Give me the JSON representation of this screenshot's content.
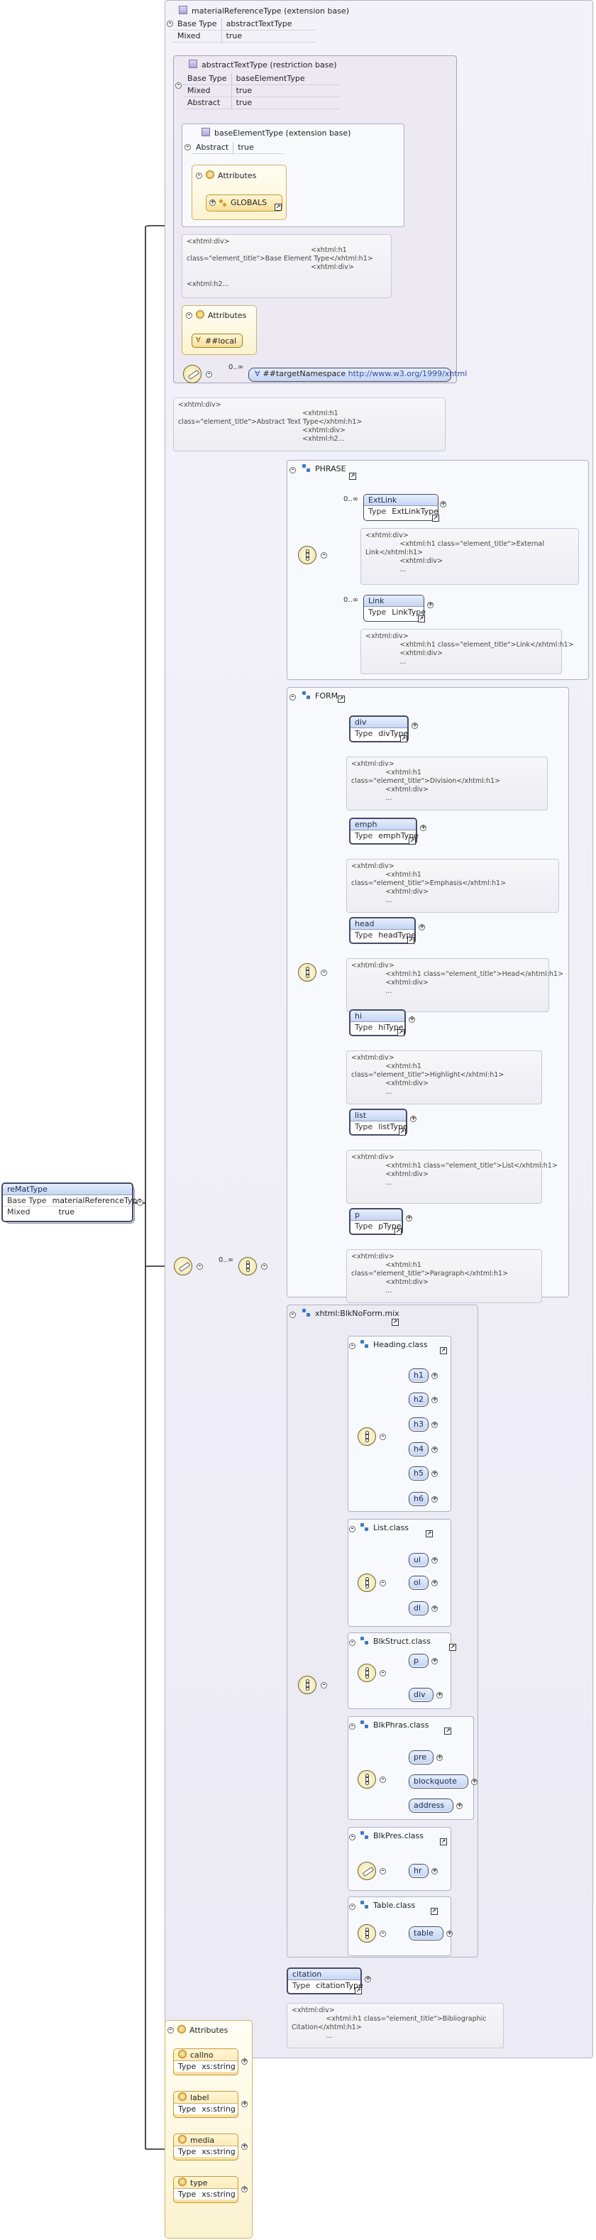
{
  "root": {
    "name": "reMatType",
    "base_type_label": "Base Type",
    "base_type": "materialReferenceType",
    "mixed_label": "Mixed",
    "mixed": "true"
  },
  "outer": {
    "title": "materialReferenceType (extension base)",
    "base_type_label": "Base Type",
    "base_type": "abstractTextType",
    "mixed_label": "Mixed",
    "mixed": "true"
  },
  "abstract_text": {
    "title": "abstractTextType (restriction base)",
    "base_type_label": "Base Type",
    "base_type": "baseElementType",
    "mixed_label": "Mixed",
    "mixed": "true",
    "abstract_label": "Abstract",
    "abstract": "true"
  },
  "base_element": {
    "title": "baseElementType (extension base)",
    "abstract_label": "Abstract",
    "abstract": "true",
    "attributes_title": "Attributes",
    "globals": "GLOBALS"
  },
  "doc_base": "<xhtml:div>\n                                                          <xhtml:h1\nclass=\"element_title\">Base Element Type</xhtml:h1>\n                                                          <xhtml:div>\n\n<xhtml:h2...",
  "local_attrs": {
    "title": "Attributes",
    "item": "##local"
  },
  "any": {
    "mult": "0..∞",
    "label": "##targetNamespace",
    "url": "http://www.w3.org/1999/xhtml"
  },
  "doc_abstract": "<xhtml:div>\n                                                          <xhtml:h1\nclass=\"element_title\">Abstract Text Type</xhtml:h1>\n                                                          <xhtml:div>\n                                                          <xhtml:h2...",
  "main_mult": "0..∞",
  "phrase": {
    "title": "PHRASE",
    "extlink": {
      "mult": "0..∞",
      "name": "ExtLink",
      "type_label": "Type",
      "type": "ExtLinkType",
      "doc": "<xhtml:div>\n                <xhtml:h1 class=\"element_title\">External\nLink</xhtml:h1>\n                <xhtml:div>\n                ..."
    },
    "link": {
      "mult": "0..∞",
      "name": "Link",
      "type_label": "Type",
      "type": "LinkType",
      "doc": "<xhtml:div>\n                <xhtml:h1 class=\"element_title\">Link</xhtml:h1>\n                <xhtml:div>\n                ..."
    }
  },
  "form": {
    "title": "FORM",
    "items": [
      {
        "name": "div",
        "type_label": "Type",
        "type": "divType",
        "doc": "<xhtml:div>\n                <xhtml:h1\nclass=\"element_title\">Division</xhtml:h1>\n                <xhtml:div>\n                ..."
      },
      {
        "name": "emph",
        "type_label": "Type",
        "type": "emphType",
        "doc": "<xhtml:div>\n                <xhtml:h1\nclass=\"element_title\">Emphasis</xhtml:h1>\n                <xhtml:div>\n                ..."
      },
      {
        "name": "head",
        "type_label": "Type",
        "type": "headType",
        "doc": "<xhtml:div>\n                <xhtml:h1 class=\"element_title\">Head</xhtml:h1>\n                <xhtml:div>\n                ..."
      },
      {
        "name": "hi",
        "type_label": "Type",
        "type": "hiType",
        "doc": "<xhtml:div>\n                <xhtml:h1\nclass=\"element_title\">Highlight</xhtml:h1>\n                <xhtml:div>\n                ..."
      },
      {
        "name": "list",
        "type_label": "Type",
        "type": "listType",
        "doc": "<xhtml:div>\n                <xhtml:h1 class=\"element_title\">List</xhtml:h1>\n                <xhtml:div>\n                ..."
      },
      {
        "name": "p",
        "type_label": "Type",
        "type": "pType",
        "doc": "<xhtml:div>\n                <xhtml:h1\nclass=\"element_title\">Paragraph</xhtml:h1>\n                <xhtml:div>\n                ..."
      }
    ]
  },
  "blkmix": {
    "title": "xhtml:BlkNoForm.mix",
    "heading": {
      "title": "Heading.class",
      "items": [
        "h1",
        "h2",
        "h3",
        "h4",
        "h5",
        "h6"
      ]
    },
    "list": {
      "title": "List.class",
      "items": [
        "ul",
        "ol",
        "dl"
      ]
    },
    "blkstruct": {
      "title": "BlkStruct.class",
      "items": [
        "p",
        "div"
      ]
    },
    "blkphras": {
      "title": "BlkPhras.class",
      "items": [
        "pre",
        "blockquote",
        "address"
      ]
    },
    "blkpres": {
      "title": "BlkPres.class",
      "items": [
        "hr"
      ]
    },
    "table": {
      "title": "Table.class",
      "items": [
        "table"
      ]
    }
  },
  "citation": {
    "name": "citation",
    "type_label": "Type",
    "type": "citationType",
    "doc": "<xhtml:div>\n                <xhtml:h1 class=\"element_title\">Bibliographic\nCitation</xhtml:h1>\n                ..."
  },
  "attributes": {
    "title": "Attributes",
    "items": [
      {
        "name": "callno",
        "type_label": "Type",
        "type": "xs:string"
      },
      {
        "name": "label",
        "type_label": "Type",
        "type": "xs:string"
      },
      {
        "name": "media",
        "type_label": "Type",
        "type": "xs:string"
      },
      {
        "name": "type",
        "type_label": "Type",
        "type": "xs:string"
      }
    ]
  },
  "colors": {
    "element_header": "#c6d6f2",
    "attribute": "#f7df9a",
    "panel": "#eceaf4",
    "line": "#222222"
  }
}
